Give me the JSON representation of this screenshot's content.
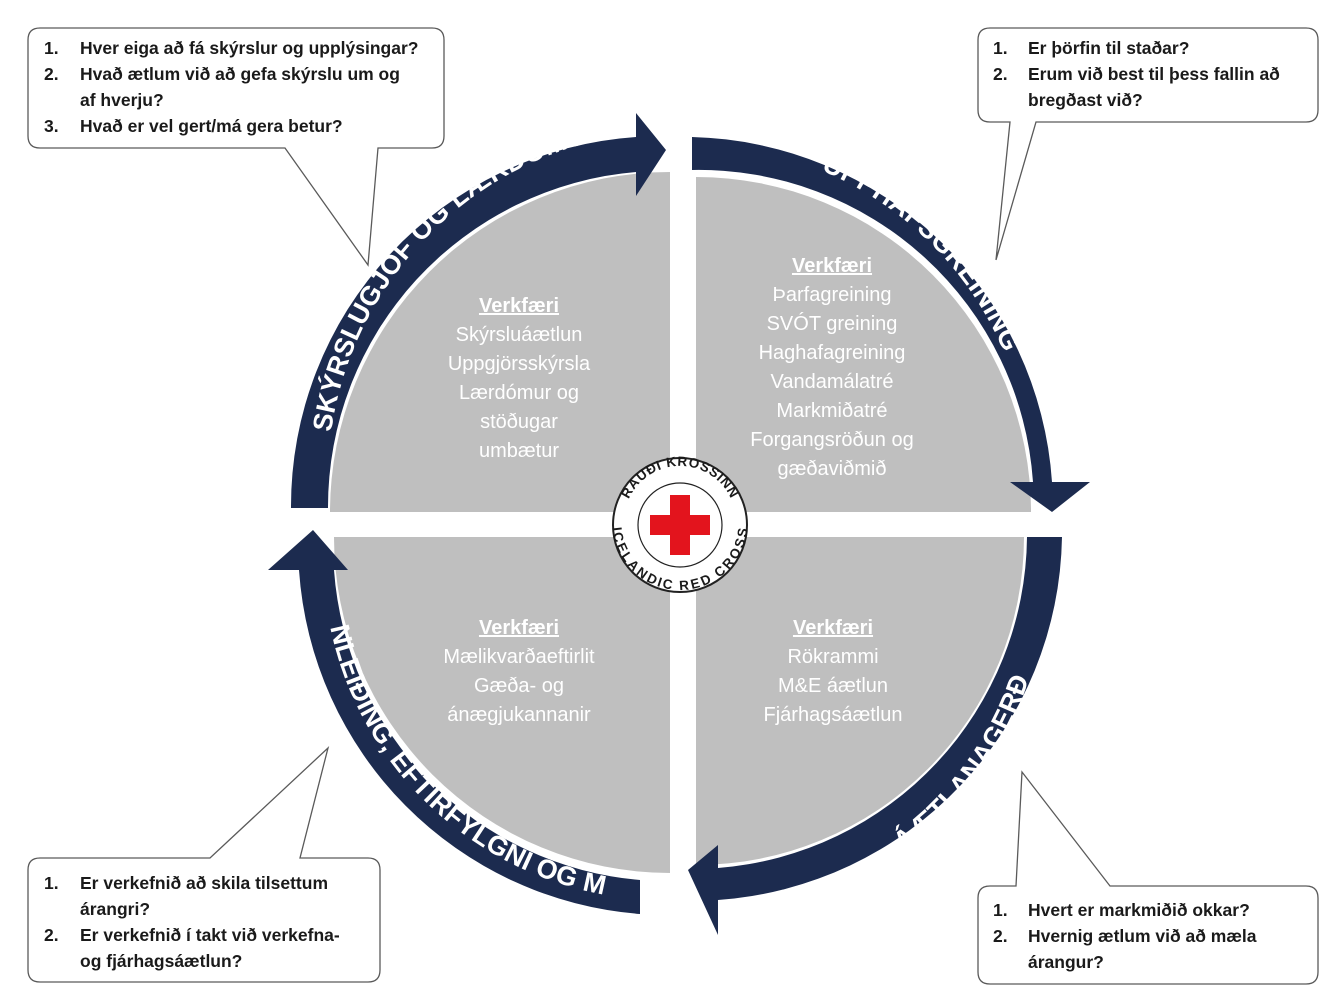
{
  "colors": {
    "arrow": "#1c2b4f",
    "quadrant": "#bfbfbf",
    "quadrant_text": "#ffffff",
    "callout_border": "#5a5a5a",
    "cross": "#e3141d"
  },
  "phases": [
    {
      "id": "upphaf",
      "label": "UPPHAFSGREINING",
      "position": "top-right"
    },
    {
      "id": "aaetlun",
      "label": "ÁÆTLANAGERÐ",
      "position": "bottom-right"
    },
    {
      "id": "innleiding",
      "label": "INNLEIÐING, EFTIRFYLGNI OG MAT",
      "position": "bottom-left"
    },
    {
      "id": "skyrsla",
      "label": "SKÝRSLUGJÖF OG LÆRDÓMUR",
      "position": "top-left"
    }
  ],
  "quadrants": [
    {
      "id": "top-right",
      "title": "Verkfæri",
      "items": [
        "Þarfagreining",
        "SVÓT greining",
        "Haghafagreining",
        "Vandamálatré",
        "Markmiðatré",
        "Forgangsröðun og",
        "gæðaviðmið"
      ]
    },
    {
      "id": "bottom-right",
      "title": "Verkfæri",
      "items": [
        "Rökrammi",
        "M&E áætlun",
        "Fjárhagsáætlun"
      ]
    },
    {
      "id": "bottom-left",
      "title": "Verkfæri",
      "items": [
        "Mælikvarðaeftirlit",
        "Gæða- og",
        "ánægjukannanir"
      ]
    },
    {
      "id": "top-left",
      "title": "Verkfæri",
      "items": [
        "Skýrsluáætlun",
        "Uppgjörsskýrsla",
        "Lærdómur og",
        "stöðugar",
        "umbætur"
      ]
    }
  ],
  "callouts": [
    {
      "id": "top-left",
      "lines": [
        {
          "num": "1.",
          "text": "Hver eiga að fá skýrslur og upplýsingar?"
        },
        {
          "num": "2.",
          "text": "Hvað ætlum við að gefa skýrslu um og"
        },
        {
          "num": "",
          "text": "af hverju?"
        },
        {
          "num": "3.",
          "text": "Hvað er vel gert/má gera betur?"
        }
      ]
    },
    {
      "id": "top-right",
      "lines": [
        {
          "num": "1.",
          "text": "Er þörfin til staðar?"
        },
        {
          "num": "2.",
          "text": "Erum við best til þess fallin að"
        },
        {
          "num": "",
          "text": "bregðast við?"
        }
      ]
    },
    {
      "id": "bottom-left",
      "lines": [
        {
          "num": "1.",
          "text": "Er verkefnið að skila tilsettum"
        },
        {
          "num": "",
          "text": "árangri?"
        },
        {
          "num": "2.",
          "text": "Er verkefnið í takt við verkefna-"
        },
        {
          "num": "",
          "text": "og fjárhagsáætlun?"
        }
      ]
    },
    {
      "id": "bottom-right",
      "lines": [
        {
          "num": "1.",
          "text": "Hvert er markmiðið okkar?"
        },
        {
          "num": "2.",
          "text": "Hvernig ætlum við að mæla"
        },
        {
          "num": "",
          "text": "árangur?"
        }
      ]
    }
  ],
  "logo": {
    "top_text": "RAUÐI KROSSINN",
    "bottom_text": "ICELANDIC RED CROSS",
    "icon": "red-cross-icon"
  }
}
